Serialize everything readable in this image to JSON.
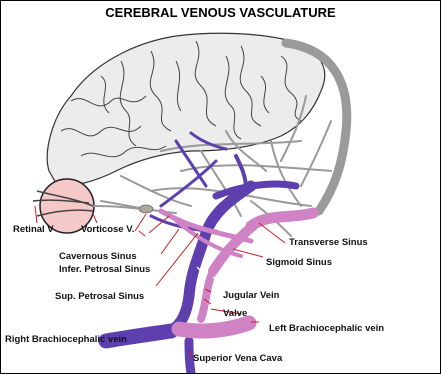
{
  "title": "CEREBRAL VENOUS VASCULATURE",
  "labels": {
    "retinal_v": "Retinal V",
    "vorticose_v": "Vorticose V.",
    "cavernous_sinus": "Cavernous Sinus",
    "infer_petrosal_sinus": "Infer. Petrosal Sinus",
    "sup_petrosal_sinus": "Sup. Petrosal Sinus",
    "transverse_sinus": "Transverse Sinus",
    "sigmoid_sinus": "Sigmoid Sinus",
    "jugular_vein": "Jugular Vein",
    "valve": "Valve",
    "left_brachiocephalic_vein": "Left Brachiocephalic vein",
    "right_brachiocephalic_vein": "Right Brachiocephalic vein",
    "superior_vena_cava": "Superior Vena Cava"
  },
  "colors": {
    "deep_vein": "#5d3fae",
    "sinus": "#cf83c4",
    "surface_vein": "#9a9a9a",
    "eye": "#f6c9c9",
    "leader_line": "#cc1f1f"
  }
}
